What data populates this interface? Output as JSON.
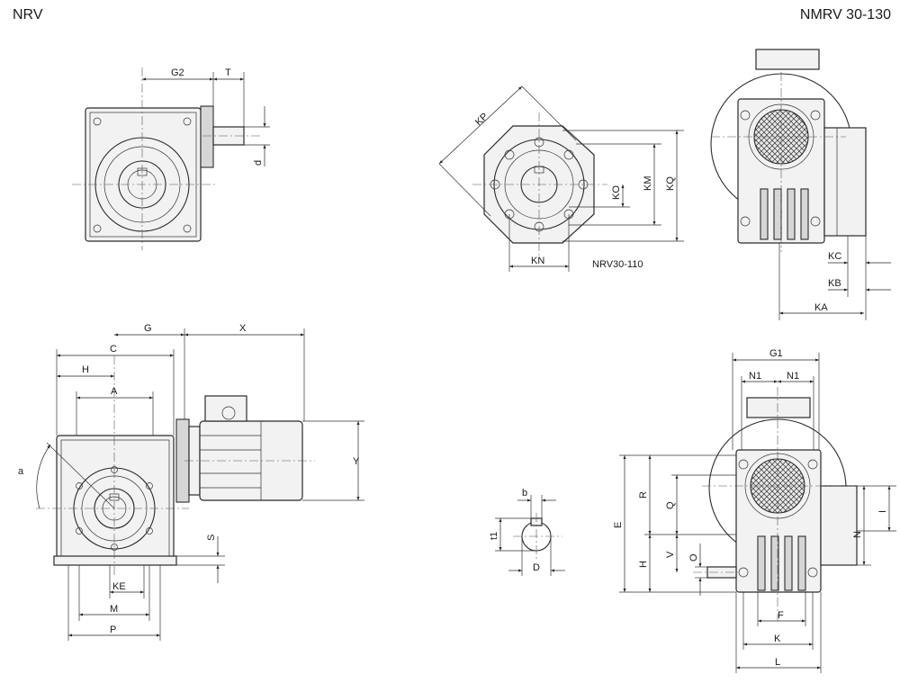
{
  "header": {
    "left_title": "NRV",
    "right_title": "NMRV 30-130"
  },
  "flange_view": {
    "caption": "NRV30-110"
  },
  "dimension_labels": {
    "G2": "G2",
    "T": "T",
    "d": "d",
    "KP": "KP",
    "KM": "KM",
    "KQ": "KQ",
    "KO": "KO",
    "KN": "KN",
    "KC": "KC",
    "KB": "KB",
    "KA": "KA",
    "G": "G",
    "X": "X",
    "C": "C",
    "H": "H",
    "A": "A",
    "a": "a",
    "Y": "Y",
    "S": "S",
    "KE": "KE",
    "M": "M",
    "P": "P",
    "b": "b",
    "t1": "t1",
    "D": "D",
    "G1": "G1",
    "N1_left": "N1",
    "N1_right": "N1",
    "E": "E",
    "R": "R",
    "Q": "Q",
    "V": "V",
    "H_right": "H",
    "O": "O",
    "I": "I",
    "N": "N",
    "F": "F",
    "K": "K",
    "L": "L"
  }
}
